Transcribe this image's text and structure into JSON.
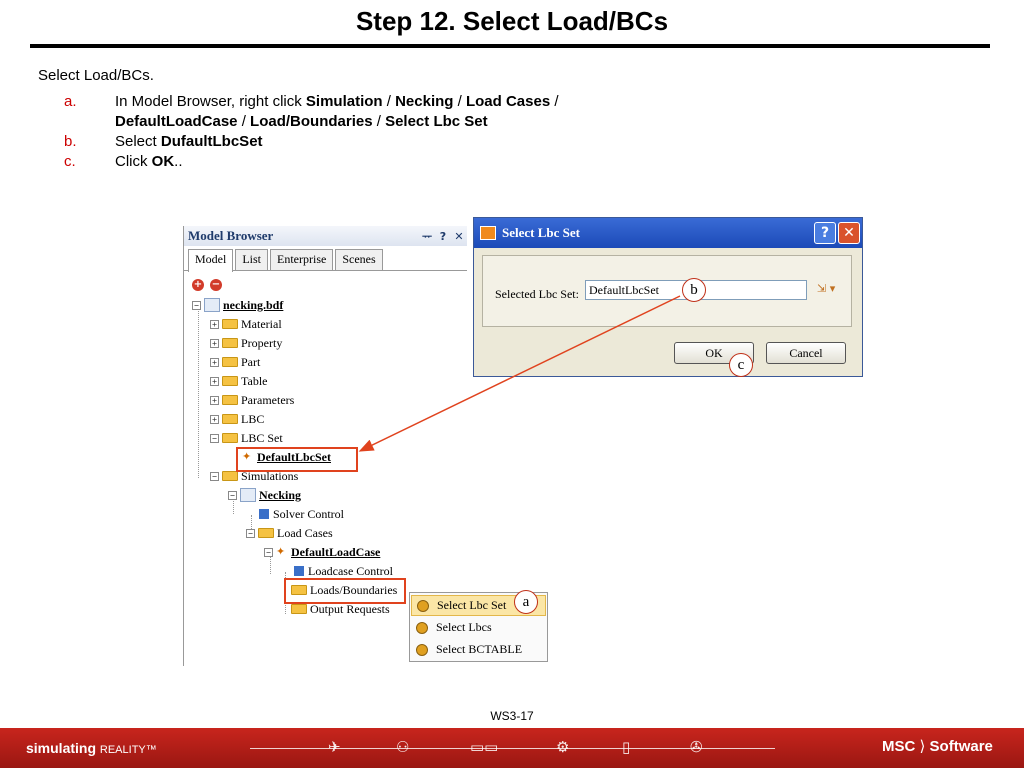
{
  "slide": {
    "title": "Step 12. Select Load/BCs",
    "intro": "Select Load/BCs.",
    "steps": [
      {
        "letter": "a.",
        "lines": [
          [
            {
              "t": "In Model Browser, right click "
            },
            {
              "t": "Simulation",
              "b": true
            },
            {
              "t": " / "
            },
            {
              "t": "Necking",
              "b": true
            },
            {
              "t": " / "
            },
            {
              "t": "Load Cases",
              "b": true
            },
            {
              "t": " /"
            }
          ],
          [
            {
              "t": "DefaultLoadCase",
              "b": true
            },
            {
              "t": " / "
            },
            {
              "t": "Load/Boundaries",
              "b": true
            },
            {
              "t": " / "
            },
            {
              "t": "Select Lbc Set",
              "b": true
            }
          ]
        ]
      },
      {
        "letter": "b.",
        "lines": [
          [
            {
              "t": "Select "
            },
            {
              "t": "DufaultLbcSet",
              "b": true
            }
          ]
        ]
      },
      {
        "letter": "c.",
        "lines": [
          [
            {
              "t": "Click "
            },
            {
              "t": "OK",
              "b": true
            },
            {
              "t": ".."
            }
          ]
        ]
      }
    ],
    "page_number": "WS3-17"
  },
  "model_browser": {
    "title": "Model Browser",
    "header_icons": [
      "pin-icon",
      "help-icon",
      "close-icon"
    ],
    "header_glyphs": [
      "ᅲ",
      "?",
      "✕"
    ],
    "tabs": [
      "Model",
      "List",
      "Enterprise",
      "Scenes"
    ],
    "active_tab": "Model",
    "tree": {
      "root": "necking.bdf",
      "top_folders": [
        "Material",
        "Property",
        "Part",
        "Table",
        "Parameters",
        "LBC"
      ],
      "lbc_set": "LBC Set",
      "lbc_set_child": "DefaultLbcSet",
      "simulations": "Simulations",
      "necking": "Necking",
      "solver_control": "Solver Control",
      "load_cases": "Load Cases",
      "default_load_case": "DefaultLoadCase",
      "loadcase_control": "Loadcase Control",
      "loads_boundaries": "Loads/Boundaries",
      "output_requests": "Output Requests"
    }
  },
  "context_menu": {
    "items": [
      "Select Lbc Set",
      "Select Lbcs",
      "Select BCTABLE"
    ],
    "highlighted": "Select Lbc Set"
  },
  "dialog": {
    "title": "Select Lbc Set",
    "field_label": "Selected Lbc Set:",
    "field_value": "DefaultLbcSet",
    "ok_label": "OK",
    "cancel_label": "Cancel",
    "help_glyph": "?",
    "close_glyph": "✕"
  },
  "callouts": {
    "a": "a",
    "b": "b",
    "c": "c"
  },
  "colors": {
    "accent_red": "#cc0000",
    "highlight_box": "#e0431e",
    "footer_red": "#c8251d"
  },
  "footer": {
    "tagline": "simulating",
    "tagline_suffix": "REALITY™",
    "logo_main": "MSC",
    "logo_sub": "Software"
  }
}
